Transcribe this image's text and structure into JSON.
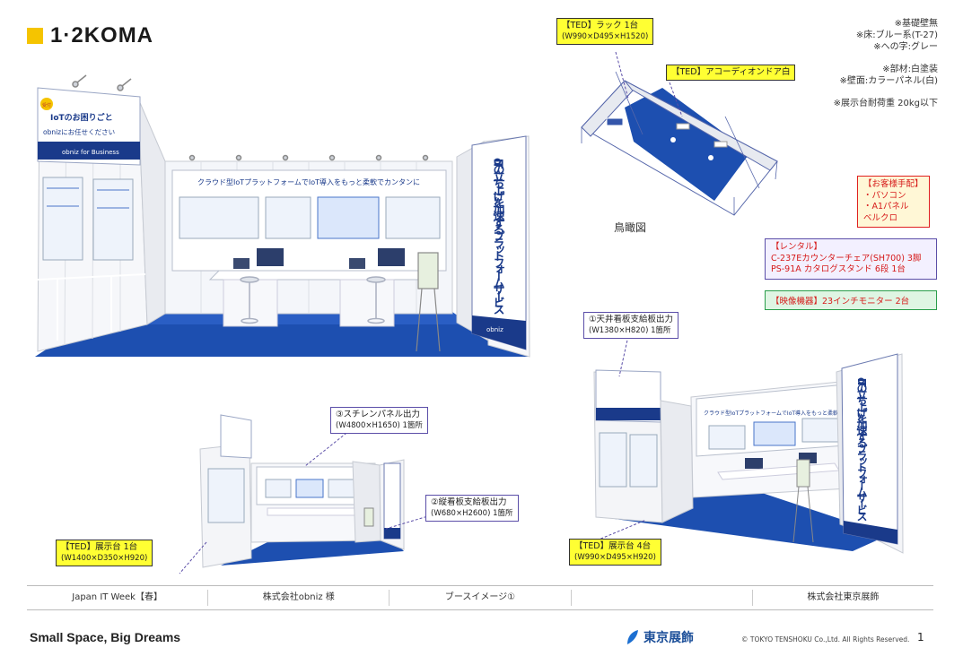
{
  "logo": {
    "text": "1·2KOMA"
  },
  "notes": {
    "lines_top": [
      "※基礎壁無",
      "※床:ブルー系(T-27)",
      "※への字:グレー"
    ],
    "lines_mid": [
      "※部材:白塗装",
      "※壁面:カラーパネル(白)"
    ],
    "lines_bottom": [
      "※展示台耐荷重 20kg以下"
    ]
  },
  "callouts": {
    "rack": {
      "title": "【TED】ラック 1台",
      "size": "(W990×D495×H1520)"
    },
    "door": {
      "title": "【TED】アコーディオンドア白"
    },
    "ceiling": {
      "title": "①天井看板支給板出力",
      "size": "(W1380×H820) 1箇所"
    },
    "styrene": {
      "title": "③スチレンパネル出力",
      "size": "(W4800×H1650) 1箇所"
    },
    "vertical": {
      "title": "②縦看板支給板出力",
      "size": "(W680×H2600) 1箇所"
    },
    "display_left": {
      "title": "【TED】展示台 1台",
      "size": "(W1400×D350×H920)"
    },
    "display_right": {
      "title": "【TED】展示台 4台",
      "size": "(W990×D495×H920)"
    }
  },
  "customer_box": {
    "title": "【お客様手配】",
    "items": [
      "・パソコン",
      "・A1パネル",
      "ベルクロ"
    ]
  },
  "rental_box": {
    "title": "【レンタル】",
    "items": [
      "C-237Eカウンターチェア(SH700) 3脚",
      "PS-91A カタログスタンド 6段 1台"
    ]
  },
  "video_box": {
    "text": "【映像機器】23インチモニター 2台"
  },
  "birdseye_label": "鳥瞰図",
  "booth": {
    "headline": "クラウド型IoTプラットフォームでIoT導入をもっと柔軟でカンタンに",
    "headline_short": "クラウド型IoTプラットフォームでIoT導入をもっと柔軟",
    "left_sign_line1": "IoTのお困りごと",
    "left_sign_line2": "obnizにお任せください",
    "left_sign_brand": "obniz for Business",
    "left_sign_badge": "受付",
    "vertical_sign": "IoTの立ち上げを加速するプラットフォームサービス",
    "vertical_brand": "obniz"
  },
  "footer": {
    "cells": [
      "Japan IT Week【春】",
      "株式会社obniz 様",
      "ブースイメージ①",
      "",
      "株式会社東京展飾"
    ]
  },
  "tagline": "Small Space, Big Dreams",
  "brand": {
    "name": "東京展飾"
  },
  "copyright": "© TOKYO TENSHOKU Co.,Ltd. All Rights Reserved.",
  "page_number": "1",
  "colors": {
    "floor_blue": "#1d4fb0",
    "logo_yellow": "#f5c400",
    "callout_yellow": "#ffff33",
    "callout_border": "#5b4ea8",
    "accent_red": "#d61a1a",
    "panel_navy": "#1a3a8a"
  }
}
